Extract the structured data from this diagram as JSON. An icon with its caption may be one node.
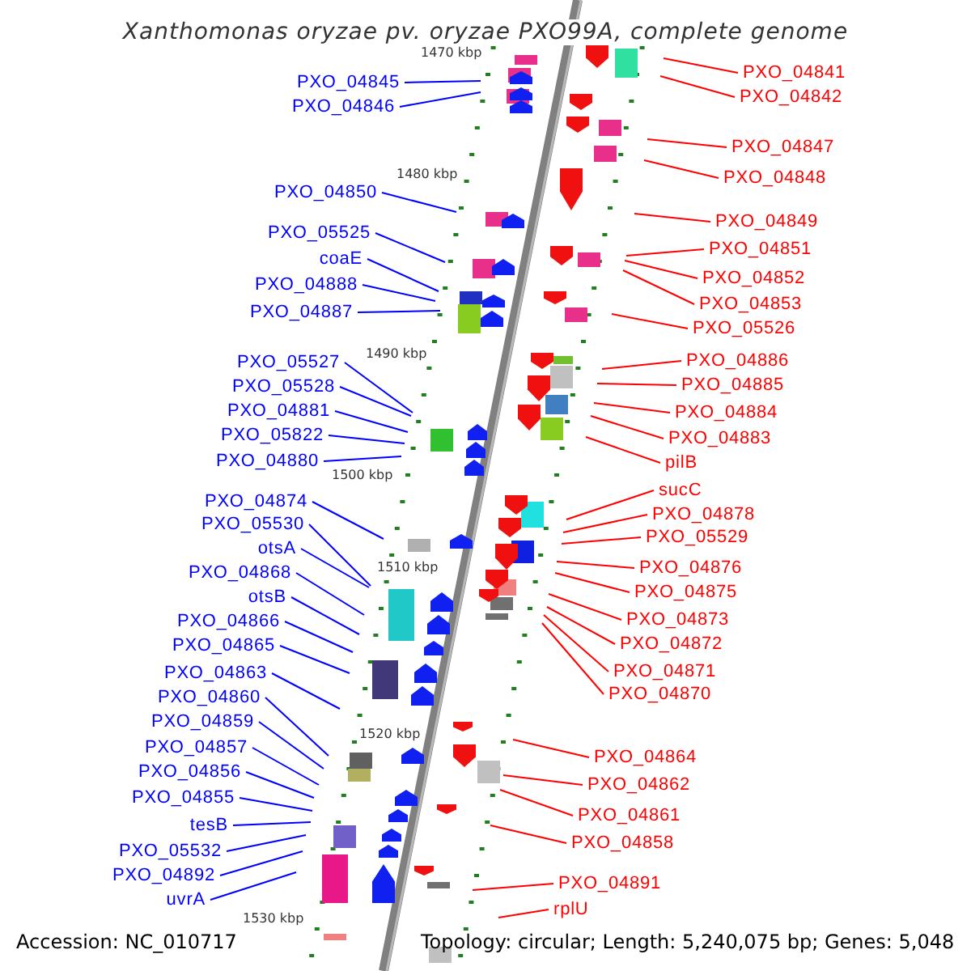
{
  "diagram": {
    "title": "Xanthomonas oryzae pv. oryzae PXO99A, complete genome",
    "nodes": [
      {
        "text": [
          "PXO_04845"
        ]
      },
      {
        "text": [
          "PXO_04846"
        ]
      },
      {
        "text": [
          "PXO_04850"
        ]
      },
      {
        "text": [
          "PXO_05525"
        ]
      },
      {
        "text": [
          "coaE"
        ]
      },
      {
        "text": [
          "PXO_04888"
        ]
      },
      {
        "text": [
          "PXO_04887"
        ]
      },
      {
        "text": [
          "PXO_05527"
        ]
      },
      {
        "text": [
          "PXO_05528"
        ]
      },
      {
        "text": [
          "PXO_04881"
        ]
      },
      {
        "text": [
          "PXO_05822"
        ]
      },
      {
        "text": [
          "PXO_04880"
        ]
      },
      {
        "text": [
          "PXO_04874"
        ]
      },
      {
        "text": [
          "PXO_05530"
        ]
      },
      {
        "text": [
          "otsA"
        ]
      },
      {
        "text": [
          "PXO_04868"
        ]
      },
      {
        "text": [
          "otsB"
        ]
      },
      {
        "text": [
          "PXO_04866"
        ]
      },
      {
        "text": [
          "PXO_04865"
        ]
      },
      {
        "text": [
          "PXO_04863"
        ]
      },
      {
        "text": [
          "PXO_04860"
        ]
      },
      {
        "text": [
          "PXO_04859"
        ]
      },
      {
        "text": [
          "PXO_04857"
        ]
      },
      {
        "text": [
          "PXO_04856"
        ]
      },
      {
        "text": [
          "PXO_04855"
        ]
      },
      {
        "text": [
          "tesB"
        ]
      },
      {
        "text": [
          "PXO_05532"
        ]
      },
      {
        "text": [
          "PXO_04892"
        ]
      },
      {
        "text": [
          "uvrA"
        ]
      },
      {
        "text": [
          "PXO_04841"
        ]
      },
      {
        "text": [
          "PXO_04842"
        ]
      },
      {
        "text": [
          "PXO_04847"
        ]
      },
      {
        "text": [
          "PXO_04848"
        ]
      },
      {
        "text": [
          "PXO_04849"
        ]
      },
      {
        "text": [
          "PXO_04851"
        ]
      },
      {
        "text": [
          "PXO_04852"
        ]
      },
      {
        "text": [
          "PXO_04853"
        ]
      },
      {
        "text": [
          "PXO_05526"
        ]
      },
      {
        "text": [
          "PXO_04886"
        ]
      },
      {
        "text": [
          "PXO_04885"
        ]
      },
      {
        "text": [
          "PXO_04884"
        ]
      },
      {
        "text": [
          "PXO_04883"
        ]
      },
      {
        "text": [
          "pilB"
        ]
      },
      {
        "text": [
          "sucC"
        ]
      },
      {
        "text": [
          "PXO_04878"
        ]
      },
      {
        "text": [
          "PXO_05529"
        ]
      },
      {
        "text": [
          "PXO_04876"
        ]
      },
      {
        "text": [
          "PXO_04875"
        ]
      },
      {
        "text": [
          "PXO_04873"
        ]
      },
      {
        "text": [
          "PXO_04872"
        ]
      },
      {
        "text": [
          "PXO_04871"
        ]
      },
      {
        "text": [
          "PXO_04870"
        ]
      },
      {
        "text": [
          "PXO_04864"
        ]
      },
      {
        "text": [
          "PXO_04862"
        ]
      },
      {
        "text": [
          "PXO_04861"
        ]
      },
      {
        "text": [
          "PXO_04858"
        ]
      },
      {
        "text": [
          "PXO_04891"
        ]
      },
      {
        "text": [
          "rplU"
        ]
      }
    ],
    "edges": [
      {
        "from": 0,
        "to": null,
        "arrow": "none"
      },
      {
        "from": 1,
        "to": null,
        "arrow": "none"
      },
      {
        "from": 2,
        "to": null,
        "arrow": "none"
      },
      {
        "from": 3,
        "to": null,
        "arrow": "none"
      },
      {
        "from": 4,
        "to": null,
        "arrow": "none"
      },
      {
        "from": 5,
        "to": null,
        "arrow": "none"
      },
      {
        "from": 6,
        "to": null,
        "arrow": "none"
      },
      {
        "from": 7,
        "to": null,
        "arrow": "none"
      },
      {
        "from": 8,
        "to": null,
        "arrow": "none"
      },
      {
        "from": 9,
        "to": null,
        "arrow": "none"
      },
      {
        "from": 10,
        "to": null,
        "arrow": "none"
      },
      {
        "from": 11,
        "to": null,
        "arrow": "none"
      },
      {
        "from": 12,
        "to": null,
        "arrow": "none"
      },
      {
        "from": 13,
        "to": null,
        "arrow": "none"
      },
      {
        "from": 14,
        "to": null,
        "arrow": "none"
      },
      {
        "from": 15,
        "to": null,
        "arrow": "none"
      },
      {
        "from": 16,
        "to": null,
        "arrow": "none"
      },
      {
        "from": 17,
        "to": null,
        "arrow": "none"
      },
      {
        "from": 18,
        "to": null,
        "arrow": "none"
      },
      {
        "from": 19,
        "to": null,
        "arrow": "none"
      },
      {
        "from": 20,
        "to": null,
        "arrow": "none"
      },
      {
        "from": 21,
        "to": null,
        "arrow": "none"
      },
      {
        "from": 22,
        "to": null,
        "arrow": "none"
      },
      {
        "from": 23,
        "to": null,
        "arrow": "none"
      },
      {
        "from": 24,
        "to": null,
        "arrow": "none"
      },
      {
        "from": 25,
        "to": null,
        "arrow": "none"
      },
      {
        "from": 26,
        "to": null,
        "arrow": "none"
      },
      {
        "from": 27,
        "to": null,
        "arrow": "none"
      },
      {
        "from": 28,
        "to": null,
        "arrow": "none"
      },
      {
        "from": 29,
        "to": null,
        "arrow": "none",
        "color": "#ff0000"
      },
      {
        "from": 30,
        "to": null,
        "arrow": "none",
        "color": "#ff0000"
      },
      {
        "from": 31,
        "to": null,
        "arrow": "none",
        "color": "#ff0000"
      },
      {
        "from": 32,
        "to": null,
        "arrow": "none",
        "color": "#ff0000"
      },
      {
        "from": 33,
        "to": null,
        "arrow": "none",
        "color": "#ff0000"
      },
      {
        "from": 34,
        "to": null,
        "arrow": "none",
        "color": "#ff0000"
      },
      {
        "from": 35,
        "to": null,
        "arrow": "none",
        "color": "#ff0000"
      },
      {
        "from": 36,
        "to": null,
        "arrow": "none",
        "color": "#ff0000"
      },
      {
        "from": 37,
        "to": null,
        "arrow": "none",
        "color": "#ff0000"
      },
      {
        "from": 38,
        "to": null,
        "arrow": "none",
        "color": "#ff0000"
      },
      {
        "from": 39,
        "to": null,
        "arrow": "none",
        "color": "#ff0000"
      },
      {
        "from": 40,
        "to": null,
        "arrow": "none",
        "color": "#ff0000"
      },
      {
        "from": 41,
        "to": null,
        "arrow": "none",
        "color": "#ff0000"
      },
      {
        "from": 42,
        "to": null,
        "arrow": "none",
        "color": "#ff0000"
      },
      {
        "from": 43,
        "to": null,
        "arrow": "none",
        "color": "#ff0000"
      },
      {
        "from": 44,
        "to": null,
        "arrow": "none",
        "color": "#ff0000"
      },
      {
        "from": 45,
        "to": null,
        "arrow": "none",
        "color": "#ff0000"
      },
      {
        "from": 46,
        "to": null,
        "arrow": "none",
        "color": "#ff0000"
      },
      {
        "from": 47,
        "to": null,
        "arrow": "none",
        "color": "#ff0000"
      },
      {
        "from": 48,
        "to": null,
        "arrow": "none",
        "color": "#ff0000"
      },
      {
        "from": 49,
        "to": null,
        "arrow": "none",
        "color": "#ff0000"
      },
      {
        "from": 50,
        "to": null,
        "arrow": "none",
        "color": "#ff0000"
      },
      {
        "from": 51,
        "to": null,
        "arrow": "none",
        "color": "#ff0000"
      },
      {
        "from": 52,
        "to": null,
        "arrow": "none",
        "color": "#ff0000"
      },
      {
        "from": 53,
        "to": null,
        "arrow": "none",
        "color": "#ff0000"
      },
      {
        "from": 54,
        "to": null,
        "arrow": "none",
        "color": "#ff0000"
      },
      {
        "from": 55,
        "to": null,
        "arrow": "none",
        "color": "#ff0000"
      },
      {
        "from": 56,
        "to": null,
        "arrow": "none",
        "color": "#ff0000"
      },
      {
        "from": 57,
        "to": null,
        "arrow": "none",
        "color": "#ff0000"
      }
    ],
    "labels": [
      "1470 kbp",
      "1480 kbp",
      "1490 kbp",
      "1500 kbp",
      "1510 kbp",
      "1520 kbp",
      "1530 kbp",
      "Accession: NC_010717",
      "Topology: circular; Length: 5,240,075 bp; Genes: 5,048"
    ]
  }
}
